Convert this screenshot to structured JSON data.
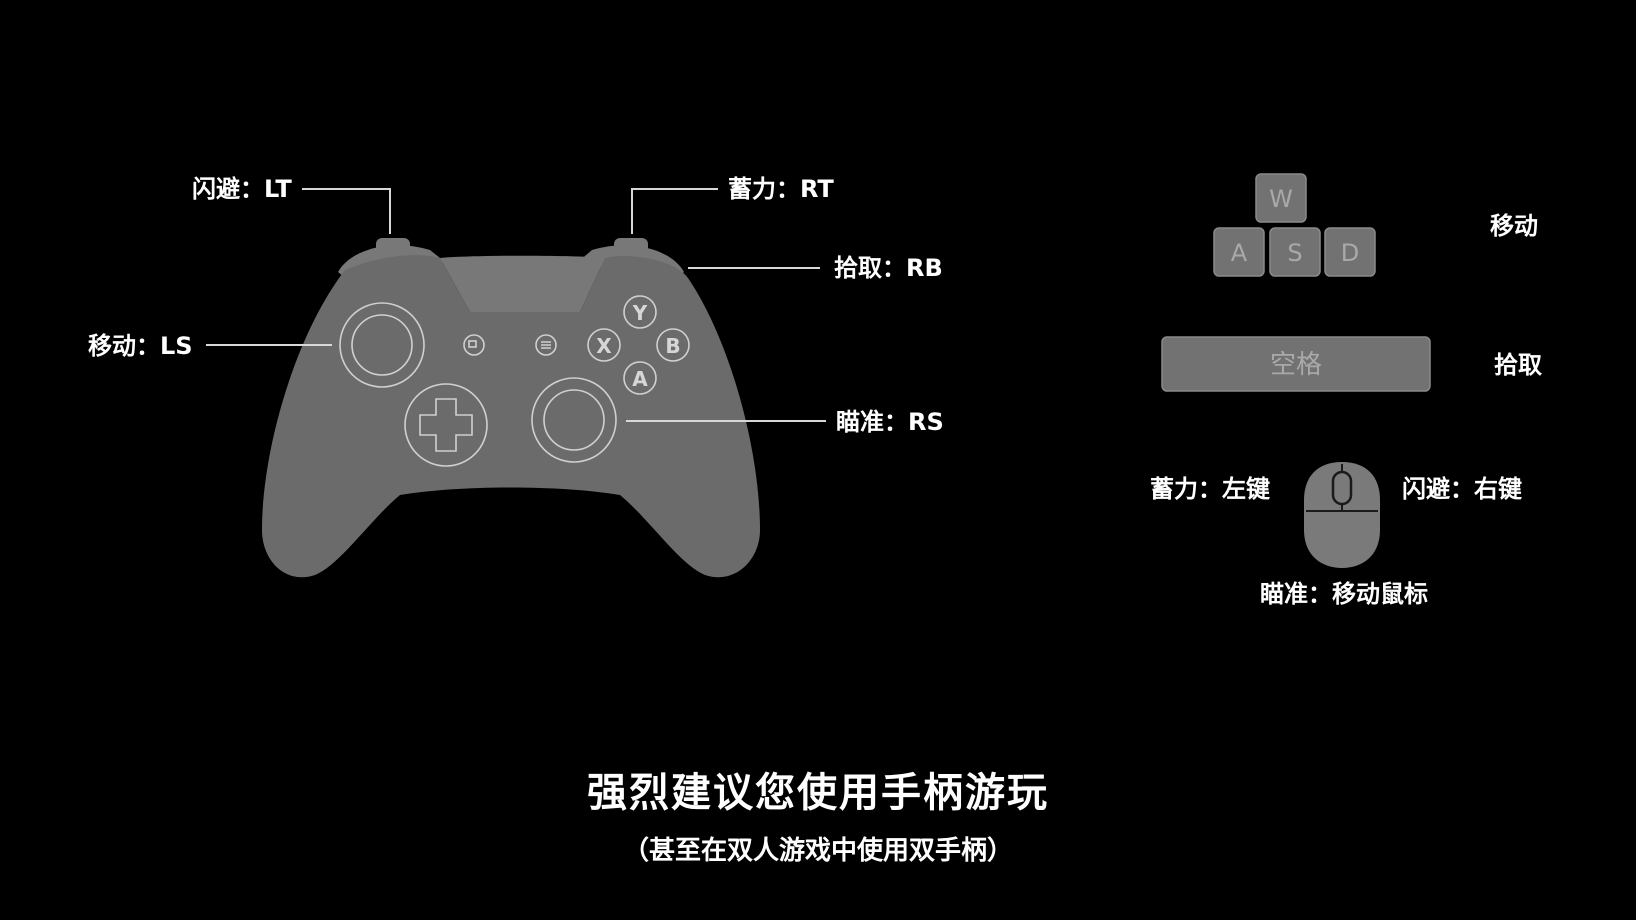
{
  "gamepad": {
    "lt_label": "闪避：LT",
    "rt_label": "蓄力：RT",
    "rb_label": "拾取：RB",
    "ls_label": "移动：LS",
    "rs_label": "瞄准：RS",
    "face_buttons": {
      "y": "Y",
      "x": "X",
      "b": "B",
      "a": "A"
    }
  },
  "keyboard": {
    "keys": {
      "w": "W",
      "a": "A",
      "s": "S",
      "d": "D"
    },
    "move_label": "移动",
    "space_key": "空格",
    "pickup_label": "拾取"
  },
  "mouse": {
    "left_label": "蓄力：左键",
    "right_label": "闪避：右键",
    "aim_label": "瞄准：移动鼠标"
  },
  "message": {
    "main": "强烈建议您使用手柄游玩",
    "sub": "（甚至在双人游戏中使用双手柄）"
  },
  "colors": {
    "background": "#000000",
    "controller": "#6b6b6b",
    "text": "#ffffff"
  }
}
